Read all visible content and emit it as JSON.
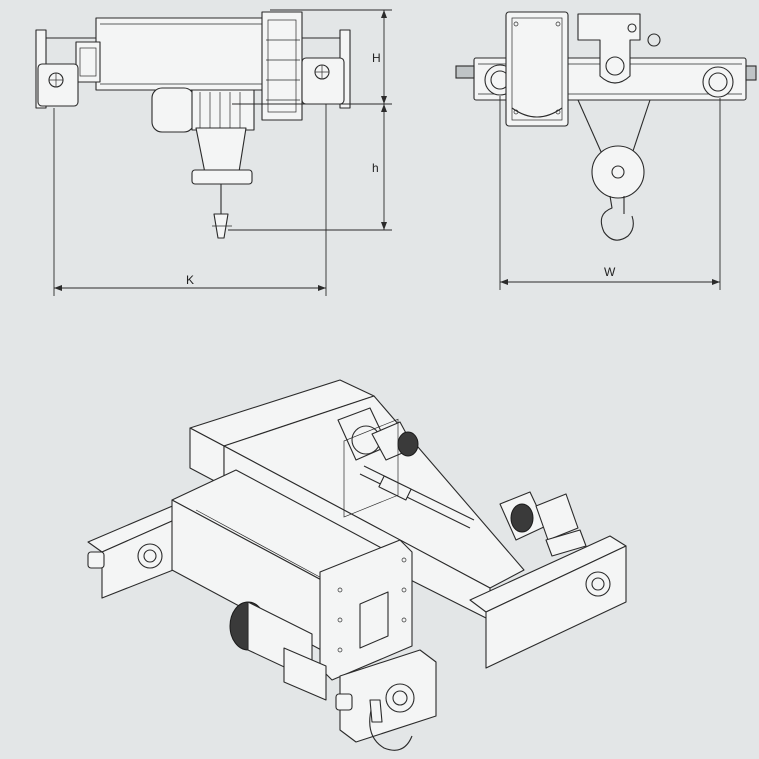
{
  "figure": {
    "dimensions": {
      "side_view_width": "K",
      "side_view_upper_height": "H",
      "side_view_lower_height": "h",
      "end_view_width": "W"
    }
  },
  "colors": {
    "background": "#e3e6e7",
    "line": "#2b2b2b",
    "part_fill": "#f4f5f5",
    "dark_part": "#3a3a3a"
  }
}
